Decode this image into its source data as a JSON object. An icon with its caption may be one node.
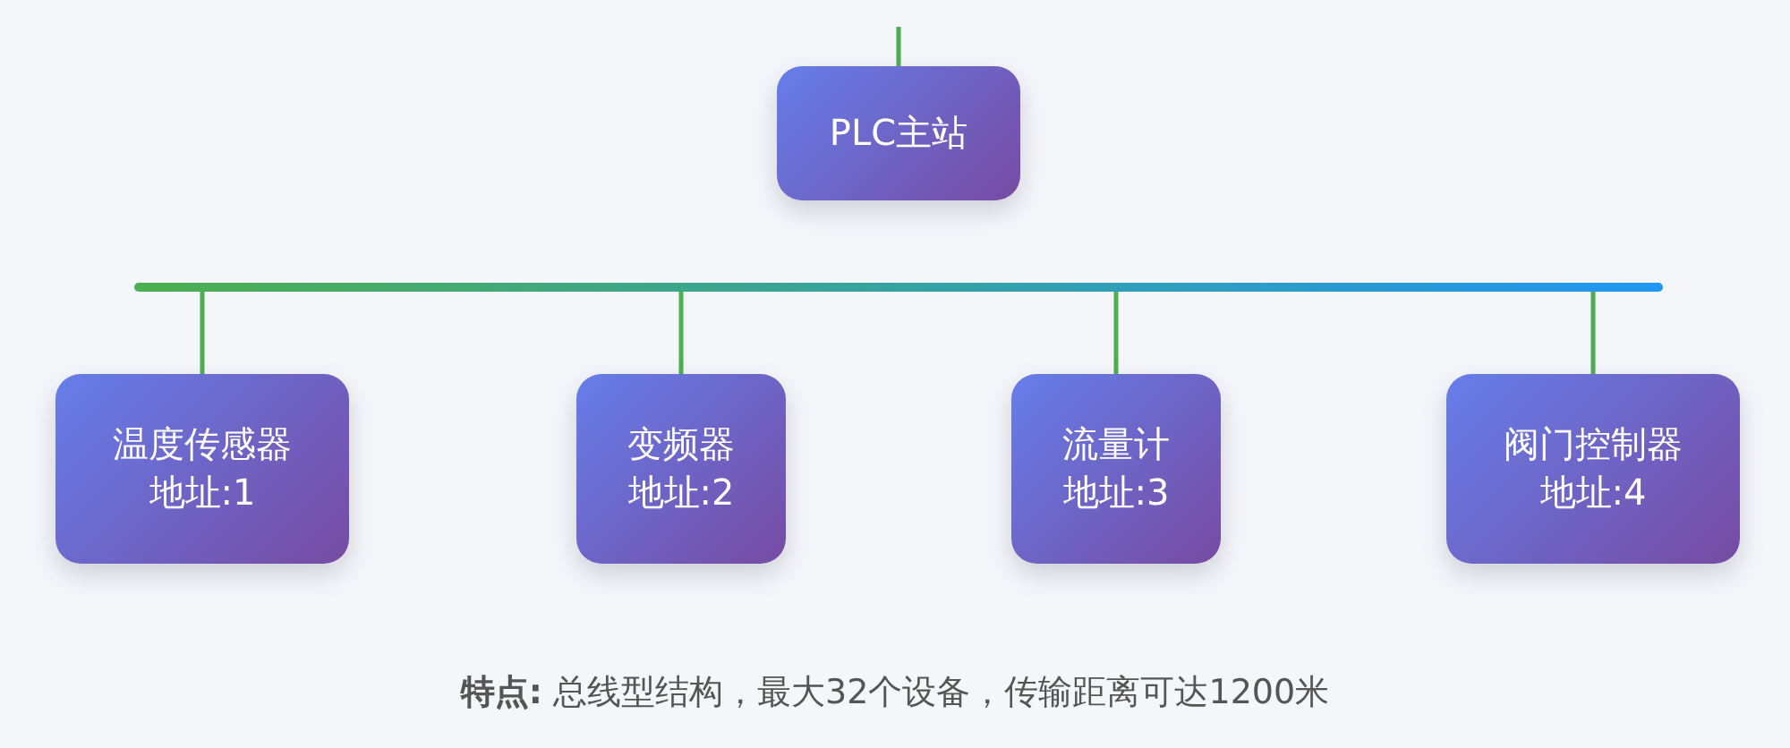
{
  "diagram": {
    "caption": "**特点:** 总线型结构，最大32个设备，传输距离可达1200米",
    "nodes": [
      {
        "text": [
          "PLC主站"
        ]
      },
      {
        "text": [],
        "shape": "bar"
      },
      {
        "text": [
          "温度传感器",
          "地址:1"
        ]
      },
      {
        "text": [
          "变频器",
          "地址:2"
        ]
      },
      {
        "text": [
          "流量计",
          "地址:3"
        ]
      },
      {
        "text": [
          "阀门控制器",
          "地址:4"
        ]
      }
    ],
    "edges": [
      {
        "from": 0,
        "to": null,
        "arrow": "none"
      },
      {
        "from": 1,
        "to": 2,
        "arrow": "none"
      },
      {
        "from": 1,
        "to": 3,
        "arrow": "none"
      },
      {
        "from": 1,
        "to": 4,
        "arrow": "none"
      },
      {
        "from": 1,
        "to": 5,
        "arrow": "none"
      }
    ]
  }
}
